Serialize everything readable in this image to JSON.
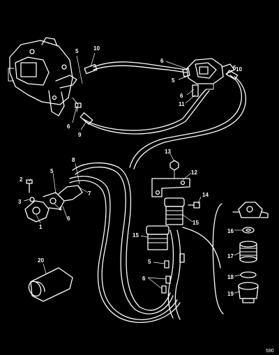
{
  "diagram": {
    "callouts": [
      "1",
      "2",
      "3",
      "4",
      "5",
      "6",
      "7",
      "8",
      "9",
      "10",
      "11",
      "12",
      "13",
      "14",
      "15",
      "16",
      "17",
      "18",
      "19",
      "20"
    ],
    "figure_code": "590"
  },
  "colors": {
    "background": "#000000",
    "ink": "#ffffff"
  },
  "parts": [
    {
      "num": "1",
      "icon": "fuel-pump-mount-icon"
    },
    {
      "num": "2",
      "icon": "bolt-icon"
    },
    {
      "num": "3",
      "icon": "washer-icon"
    },
    {
      "num": "4",
      "icon": "fitting-icon"
    },
    {
      "num": "5",
      "icon": "hose-clamp-icon"
    },
    {
      "num": "6",
      "icon": "clip-icon"
    },
    {
      "num": "7",
      "icon": "fuel-line-icon"
    },
    {
      "num": "8",
      "icon": "fuel-line-icon"
    },
    {
      "num": "9",
      "icon": "hose-sleeve-icon"
    },
    {
      "num": "10",
      "icon": "hose-sleeve-icon"
    },
    {
      "num": "11",
      "icon": "hose-sleeve-icon"
    },
    {
      "num": "12",
      "icon": "bracket-icon"
    },
    {
      "num": "13",
      "icon": "nut-icon"
    },
    {
      "num": "14",
      "icon": "screw-icon"
    },
    {
      "num": "15",
      "icon": "fuel-filter-icon"
    },
    {
      "num": "16",
      "icon": "filter-head-icon"
    },
    {
      "num": "17",
      "icon": "filter-element-icon"
    },
    {
      "num": "18",
      "icon": "o-ring-icon"
    },
    {
      "num": "19",
      "icon": "filter-bowl-icon"
    },
    {
      "num": "20",
      "icon": "hose-protector-sleeve-icon"
    }
  ]
}
